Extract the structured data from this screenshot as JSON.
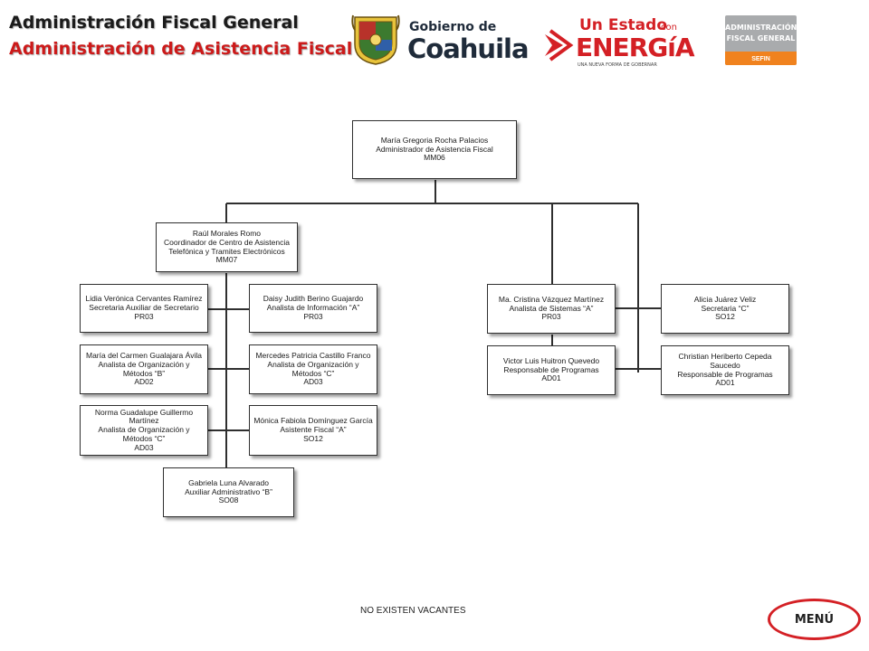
{
  "header": {
    "title_line1": "Administración Fiscal General",
    "title_line2": "Administración de Asistencia Fiscal",
    "title_color_1": "#1b1b1b",
    "title_color_2": "#cc1a1a"
  },
  "logos": {
    "coahuila_small": "Gobierno de",
    "coahuila_big": "Coahuila",
    "energia_line1": "Un Estado",
    "energia_con": "con",
    "energia_big": "ENERGíA",
    "energia_tagline": "UNA NUEVA FORMA DE GOBERNAR",
    "af_line1": "ADMINISTRACIÓN",
    "af_line2": "FISCAL GENERAL",
    "af_sefin": "SEFIN",
    "brand_red": "#d42025",
    "brand_orange": "#f0821e"
  },
  "org": {
    "root": {
      "name": "María Gregoria Rocha Palacios",
      "title": "Administrador de Asistencia Fiscal",
      "code": "MM06"
    },
    "coordinator": {
      "name": "Raúl Morales Romo",
      "title1": "Coordinador de Centro de Asistencia",
      "title2": "Telefónica y Tramites Electrónicos",
      "code": "MM07"
    },
    "left": [
      {
        "lines": [
          "Lidia Verónica Cervantes Ramírez",
          "Secretaria Auxiliar de Secretario",
          "PR03"
        ]
      },
      {
        "lines": [
          "María del Carmen Gualajara Ávila",
          "Analista de Organización y",
          "Métodos “B”",
          "AD02"
        ]
      },
      {
        "lines": [
          "Norma Guadalupe Guillermo",
          "Martínez",
          "Analista de Organización y",
          "Métodos “C”",
          "AD03"
        ]
      }
    ],
    "right_of_coord": [
      {
        "lines": [
          "Daisy Judith Berino Guajardo",
          "Analista de Información “A”",
          "PR03"
        ]
      },
      {
        "lines": [
          "Mercedes Patricia Castillo Franco",
          "Analista de Organización y",
          "Métodos “C”",
          "AD03"
        ]
      },
      {
        "lines": [
          "Mónica Fabiola Domínguez García",
          "Asistente Fiscal “A”",
          "SO12"
        ]
      }
    ],
    "bottom": {
      "lines": [
        "Gabriela Luna Alvarado",
        "Auxiliar Administrativo “B”",
        "SO08"
      ]
    },
    "systems": [
      {
        "lines": [
          "Ma. Cristina Vázquez Martínez",
          "Analista de Sistemas “A”",
          "PR03"
        ]
      },
      {
        "lines": [
          "Victor Luis Huitron Quevedo",
          "Responsable de Programas",
          "AD01"
        ]
      }
    ],
    "far_right": [
      {
        "lines": [
          "Alicia Juárez Veliz",
          "Secretaria “C”",
          "SO12"
        ]
      },
      {
        "lines": [
          "Christian Heriberto Cepeda",
          "Saucedo",
          "Responsable de Programas",
          "AD01"
        ]
      }
    ]
  },
  "footer": {
    "note": "NO EXISTEN  VACANTES"
  },
  "menu": {
    "label": "MENÚ"
  }
}
